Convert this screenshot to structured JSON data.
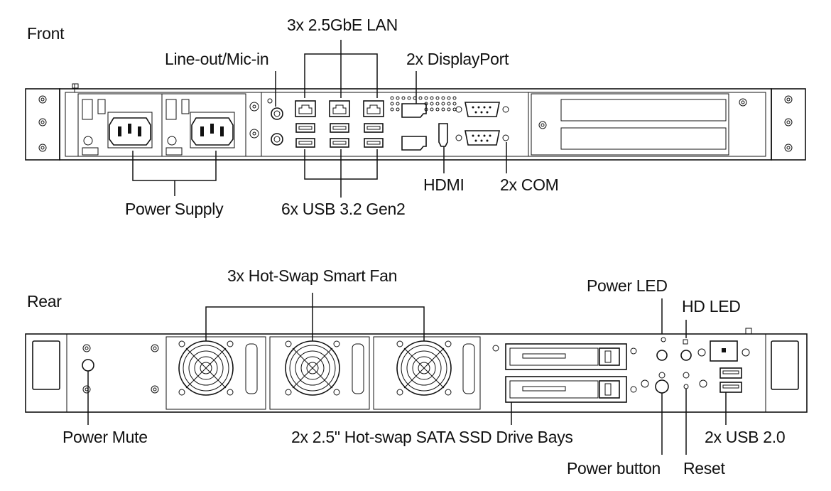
{
  "sections": {
    "front": "Front",
    "rear": "Rear"
  },
  "front_labels": {
    "lan": "3x 2.5GbE LAN",
    "audio": "Line-out/Mic-in",
    "displayport": "2x DisplayPort",
    "hdmi": "HDMI",
    "com": "2x COM",
    "power_supply": "Power Supply",
    "usb": "6x USB 3.2 Gen2"
  },
  "rear_labels": {
    "fans": "3x Hot-Swap Smart Fan",
    "power_led": "Power LED",
    "hd_led": "HD LED",
    "power_mute": "Power Mute",
    "drive_bays": "2x 2.5\" Hot-swap SATA SSD Drive Bays",
    "usb2": "2x USB 2.0",
    "power_button": "Power button",
    "reset": "Reset"
  },
  "colors": {
    "line": "#111111",
    "background": "#ffffff"
  }
}
